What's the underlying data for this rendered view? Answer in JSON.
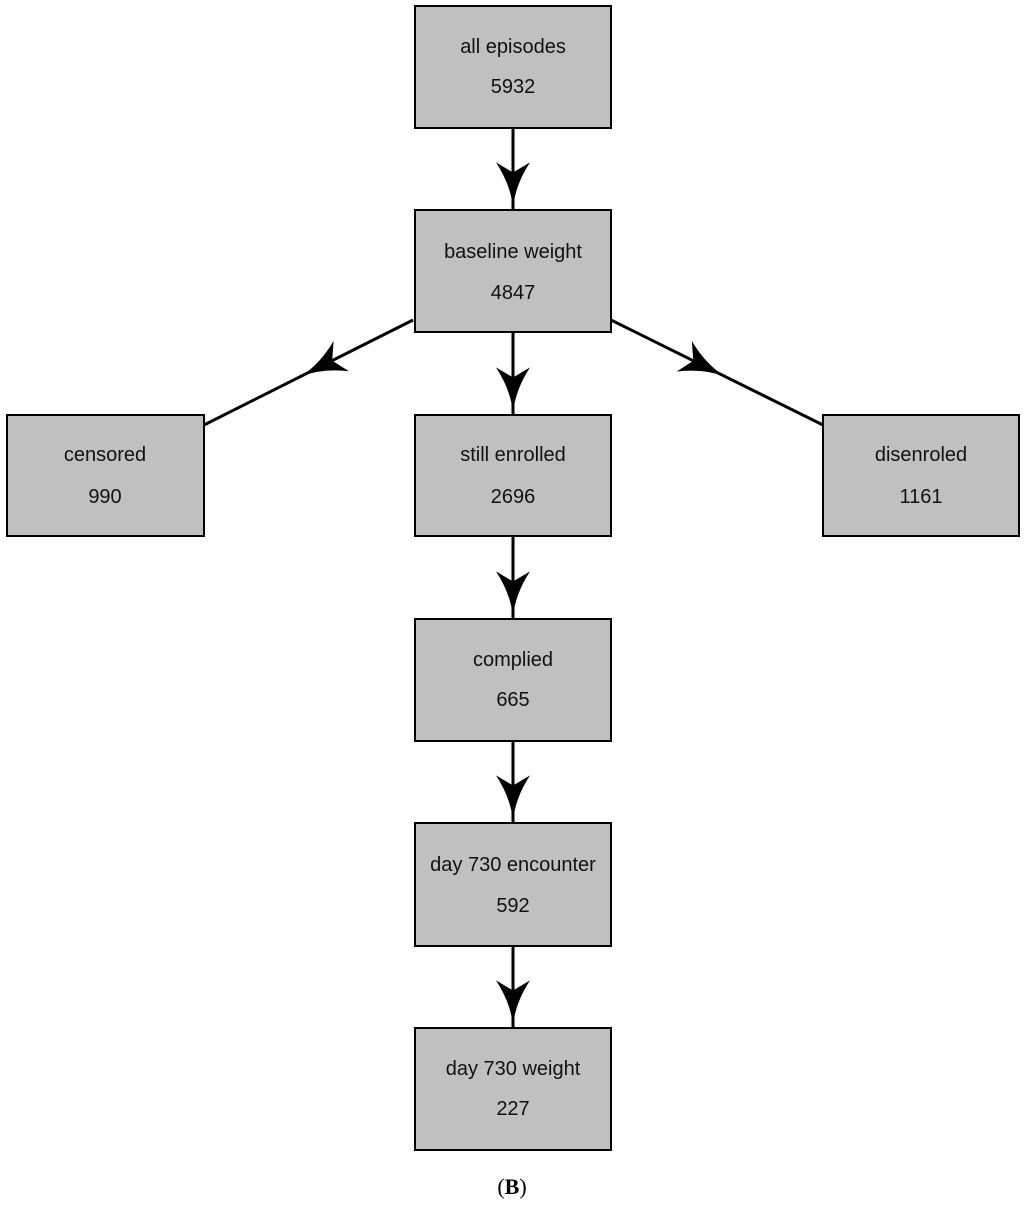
{
  "nodes": {
    "all_episodes": {
      "label": "all episodes",
      "count": "5932"
    },
    "baseline_weight": {
      "label": "baseline weight",
      "count": "4847"
    },
    "censored": {
      "label": "censored",
      "count": "990"
    },
    "still_enrolled": {
      "label": "still enrolled",
      "count": "2696"
    },
    "disenroled": {
      "label": "disenroled",
      "count": "1161"
    },
    "complied": {
      "label": "complied",
      "count": "665"
    },
    "day730_encounter": {
      "label": "day 730 encounter",
      "count": "592"
    },
    "day730_weight": {
      "label": "day 730 weight",
      "count": "227"
    }
  },
  "edges": [
    {
      "from": "all_episodes",
      "to": "baseline_weight"
    },
    {
      "from": "baseline_weight",
      "to": "censored"
    },
    {
      "from": "baseline_weight",
      "to": "still_enrolled"
    },
    {
      "from": "baseline_weight",
      "to": "disenroled"
    },
    {
      "from": "still_enrolled",
      "to": "complied"
    },
    {
      "from": "complied",
      "to": "day730_encounter"
    },
    {
      "from": "day730_encounter",
      "to": "day730_weight"
    }
  ],
  "caption": {
    "open": "(",
    "letter": "B",
    "close": ")"
  },
  "colors": {
    "box_fill": "#c0c0c0",
    "stroke": "#000000"
  }
}
